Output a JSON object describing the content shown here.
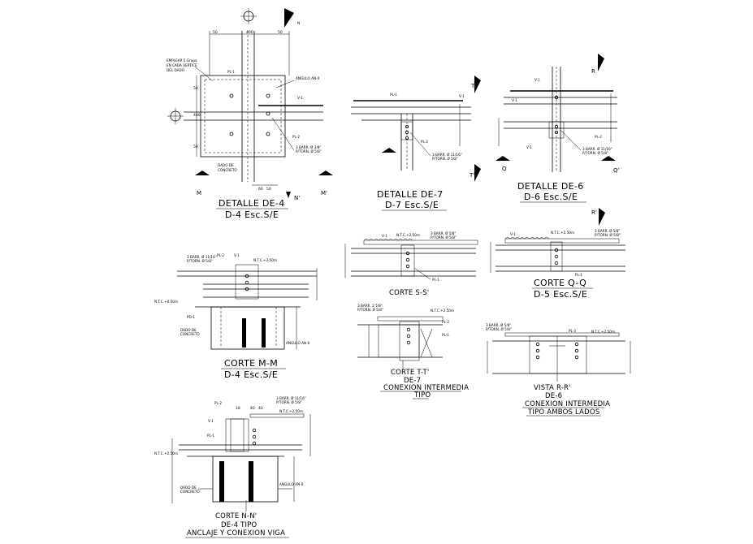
{
  "details": {
    "de4": {
      "title": "DETALLE DE-4",
      "ref": "D-4 Esc.S/E",
      "sec_left": "M",
      "sec_right": "M'",
      "north": "N",
      "south": "N'",
      "notes": [
        "EMPLEAR E.Grapa",
        "EN CADA VERTICE",
        "DEL DADO"
      ],
      "angle_note": "ANGULO AN-0",
      "pl1": "PL-1",
      "pl2": "PL-2",
      "v1": "V-1",
      "bars": [
        "3 BARR. Ø 3/8\"",
        "P/TORN. Ø 5/8\""
      ],
      "dado": [
        "DADO DE",
        "CONCRETO"
      ],
      "dims_top": [
        "50",
        "400",
        "50"
      ],
      "dims_bottom": [
        "60",
        "50"
      ],
      "side_dims": [
        "50",
        "400",
        "50"
      ]
    },
    "de7": {
      "title": "DETALLE DE-7",
      "ref": "D-7 Esc.S/E",
      "sec_top": "T",
      "sec_bottom": "T'",
      "pl1": "PL-1",
      "v1": "V-1",
      "pl2": "PL-2",
      "bars": [
        "3 BARR. Ø 11/16\"",
        "P/TORN. Ø 5/8\""
      ]
    },
    "de6": {
      "title": "DETALLE DE-6",
      "ref": "D-6 Esc.S/E",
      "sec_top": "R",
      "sec_bottom": "R'",
      "sec_left": "Q",
      "sec_right": "Q'",
      "v1": "V-1",
      "pl2": "PL-2",
      "bars": [
        "3 BARR. Ø 11/16\"",
        "P/TORN. Ø 5/8\""
      ]
    },
    "mm": {
      "title": "CORTE M-M",
      "ref": "D-4 Esc.S/E",
      "pl2": "PL-2",
      "v1": "V-1",
      "npt": "N.T.C.+2.50m",
      "npt2": "N.T.C.+0.00m",
      "bars": [
        "3 BARR. Ø 11/16\"",
        "P/TORN. Ø 5/8\""
      ],
      "dado": [
        "DADO DE",
        "CONCRETO"
      ],
      "angle": "ANGULO AN-0",
      "pd": "PD-1"
    },
    "ss": {
      "title": "CORTE S-S'",
      "npt": "N.T.C.+2.50m",
      "v1": "V-1",
      "pl1": "PL-1",
      "bars": [
        "3 BARR. Ø 5/8\"",
        "P/TORN. Ø 5/8\""
      ]
    },
    "qq": {
      "title": "CORTE Q-Q",
      "ref": "D-5 Esc.S/E",
      "npt": "N.T.C.+2.50m",
      "v1": "V-1",
      "pl1": "PL-1",
      "bars": [
        "3 BARR. Ø 5/8\"",
        "P/TORN. Ø 5/8\""
      ]
    },
    "tt": {
      "title": "CORTE T-T'",
      "ref": "DE-7",
      "sub": "CONEXION INTERMEDIA",
      "sub2": "TIPO",
      "pl2": "PL-2",
      "pl1": "PL-1",
      "npt": "N.T.C.+2.50m",
      "bars": [
        "3 BARR. 2 5/8\"",
        "P/TORN. Ø 5/8\""
      ]
    },
    "rr": {
      "title": "VISTA R-R'",
      "ref": "DE-6",
      "sub": "CONEXION INTERMEDIA",
      "sub2": "TIPO AMBOS LADOS",
      "pl3": "PL-3",
      "npt": "N.T.C.+2.50m",
      "bars": [
        "3 BARR. Ø 5/8\"",
        "P/TORN. Ø 5/8\""
      ]
    },
    "nn": {
      "title": "CORTE N-N'",
      "ref": "DE-4 TIPO",
      "sub": "ANCLAJE Y CONEXION VIGA",
      "pl2": "PL-2",
      "pl1": "PL-1",
      "v1": "V-1",
      "npt": "N.T.C.+2.50m",
      "bars": [
        "3 BARR. Ø 11/16\"",
        "P/TORN. Ø 5/8\""
      ],
      "dado": [
        "DADO DE",
        "CONCRETO"
      ],
      "angle": "ANGULO AN-0",
      "dims": [
        "18",
        "40",
        "40"
      ]
    }
  },
  "colors": {
    "ink": "#000000",
    "paper": "#ffffff"
  }
}
